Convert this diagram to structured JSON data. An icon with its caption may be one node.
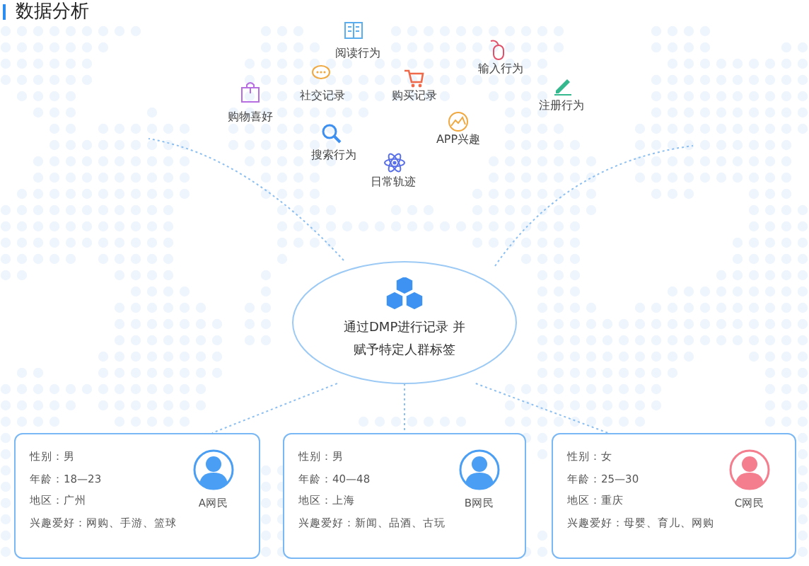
{
  "diagram": {
    "title": "数据分析",
    "nodes": [
      {
        "text": [
          "通过DMP进行记录 并赋予特定人群标签"
        ]
      },
      {
        "text": [
          "性别：男",
          "年龄：18—23",
          "地区：广州",
          "兴趣爱好：网购、手游、篮球",
          "A网民"
        ]
      },
      {
        "text": [
          "性别：男",
          "年龄：40—48",
          "地区：上海",
          "兴趣爱好：新闻、品酒、古玩",
          "B网民"
        ]
      },
      {
        "text": [
          "性别：女",
          "年龄：25—30",
          "地区：重庆",
          "兴趣爱好：母婴、育儿、网购",
          "C网民"
        ]
      }
    ],
    "edges": [
      {
        "from": 0,
        "to": 1,
        "arrow": "none"
      },
      {
        "from": 0,
        "to": 2,
        "arrow": "none"
      },
      {
        "from": 0,
        "to": 3,
        "arrow": "none"
      },
      {
        "from": 0,
        "to": null,
        "arrow": "none"
      },
      {
        "from": 0,
        "to": null,
        "arrow": "none"
      }
    ],
    "labels": [
      "阅读行为",
      "输入行为",
      "社交记录",
      "购买记录",
      "购物喜好",
      "注册行为",
      "APP兴趣",
      "搜索行为",
      "日常轨迹"
    ]
  }
}
